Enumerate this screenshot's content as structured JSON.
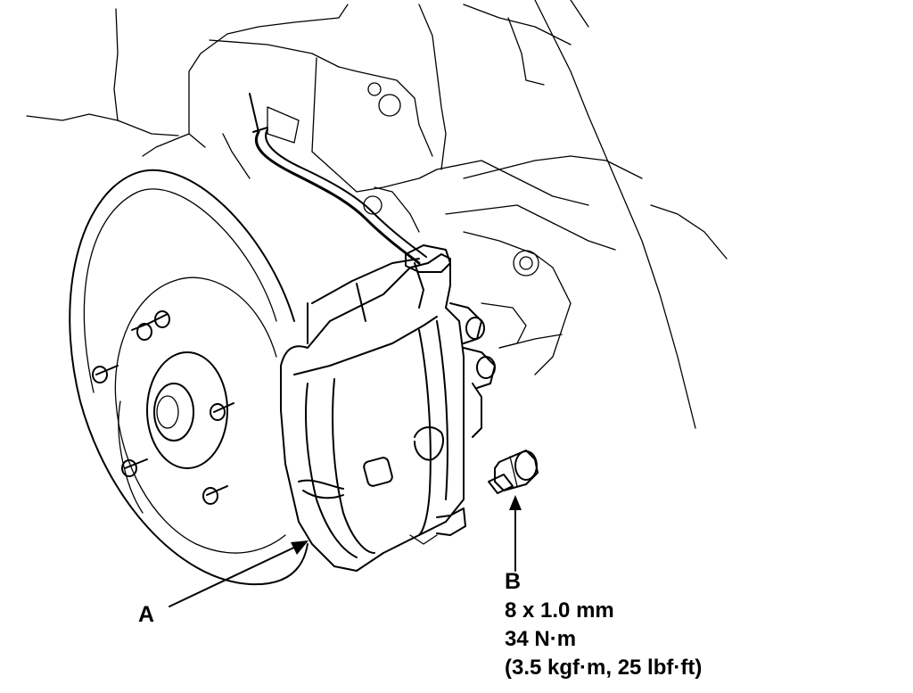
{
  "callouts": {
    "a": {
      "letter": "A"
    },
    "b": {
      "letter": "B",
      "spec_lines": [
        "8 x 1.0 mm",
        "34 N·m",
        "(3.5 kgf·m, 25 lbf·ft)"
      ]
    }
  }
}
